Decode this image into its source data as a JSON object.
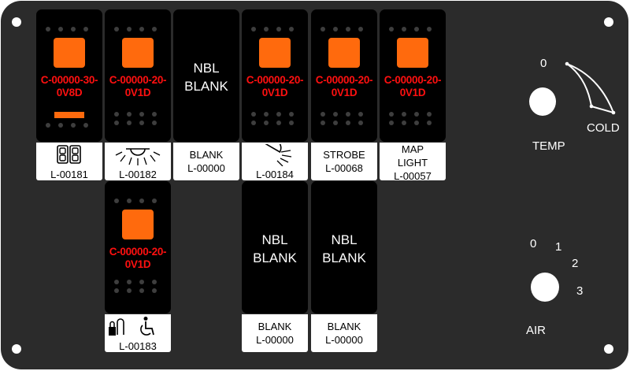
{
  "switches": [
    {
      "code_line1": "C-00000-30-",
      "code_line2": "0V8D",
      "label": "L-00181",
      "icon": "door-lock-panel-icon"
    },
    {
      "code_line1": "C-00000-20-",
      "code_line2": "0V1D",
      "label": "L-00182",
      "icon": "light-bar-icon"
    },
    {
      "nbl_line1": "NBL",
      "nbl_line2": "BLANK",
      "label_line1": "BLANK",
      "label_line2": "L-00000"
    },
    {
      "code_line1": "C-00000-20-",
      "code_line2": "0V1D",
      "label": "L-00184",
      "icon": "dome-light-icon"
    },
    {
      "code_line1": "C-00000-20-",
      "code_line2": "0V1D",
      "label_line1": "STROBE",
      "label_line2": "L-00068"
    },
    {
      "code_line1": "C-00000-20-",
      "code_line2": "0V1D",
      "label_line1": "MAP",
      "label_line2": "LIGHT",
      "label_line3": "L-00057"
    },
    {
      "code_line1": "C-00000-20-",
      "code_line2": "0V1D",
      "label": "L-00183",
      "icon": "wheelchair-lock-icon"
    },
    {
      "nbl_line1": "NBL",
      "nbl_line2": "BLANK",
      "label_line1": "BLANK",
      "label_line2": "L-00000"
    },
    {
      "nbl_line1": "NBL",
      "nbl_line2": "BLANK",
      "label_line1": "BLANK",
      "label_line2": "L-00000"
    }
  ],
  "temp": {
    "label": "TEMP",
    "min": "0",
    "max": "COLD"
  },
  "air": {
    "label": "AIR",
    "positions": [
      "0",
      "1",
      "2",
      "3"
    ]
  },
  "colors": {
    "panel": "#2b2b2b",
    "lamp": "#ff6a0d",
    "code": "#ff1010"
  }
}
